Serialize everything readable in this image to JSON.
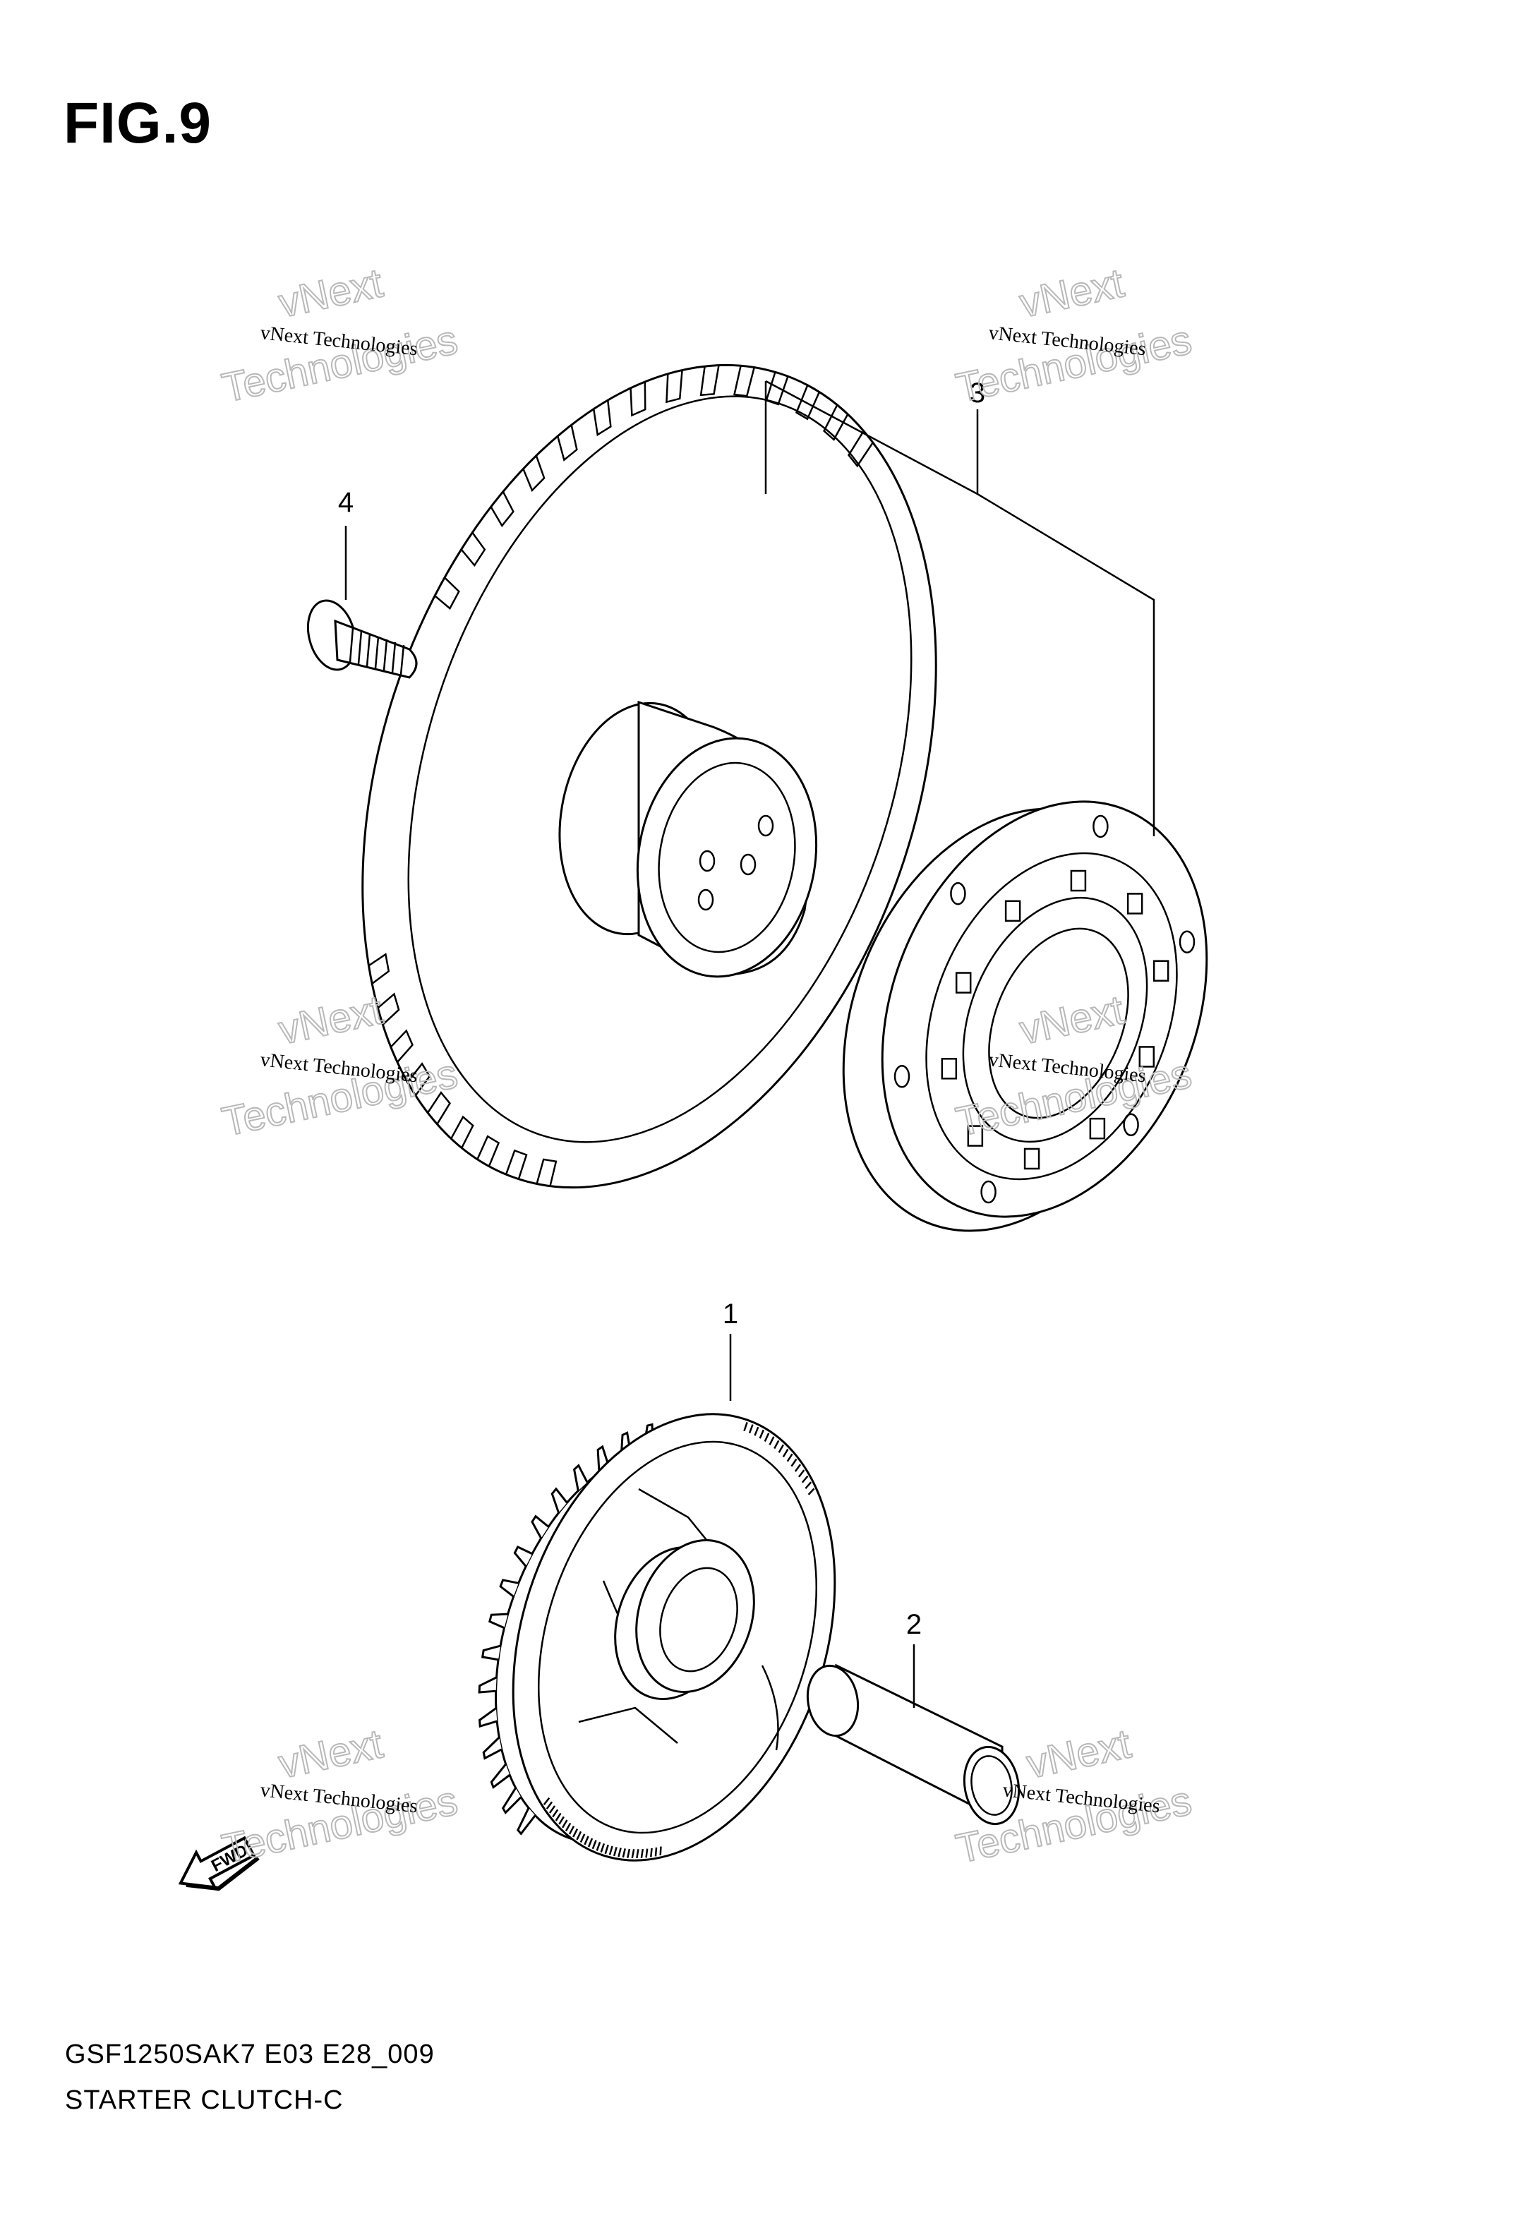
{
  "figure": {
    "title": "FIG.9",
    "code": "GSF1250SAK7 E03 E28_009",
    "name": "STARTER CLUTCH-C"
  },
  "callouts": [
    "1",
    "2",
    "3",
    "4"
  ],
  "watermark": {
    "line1": "vNext Technologies",
    "line2a": "vNext",
    "line2b": "Technologies"
  },
  "fwd_label": "FWD"
}
